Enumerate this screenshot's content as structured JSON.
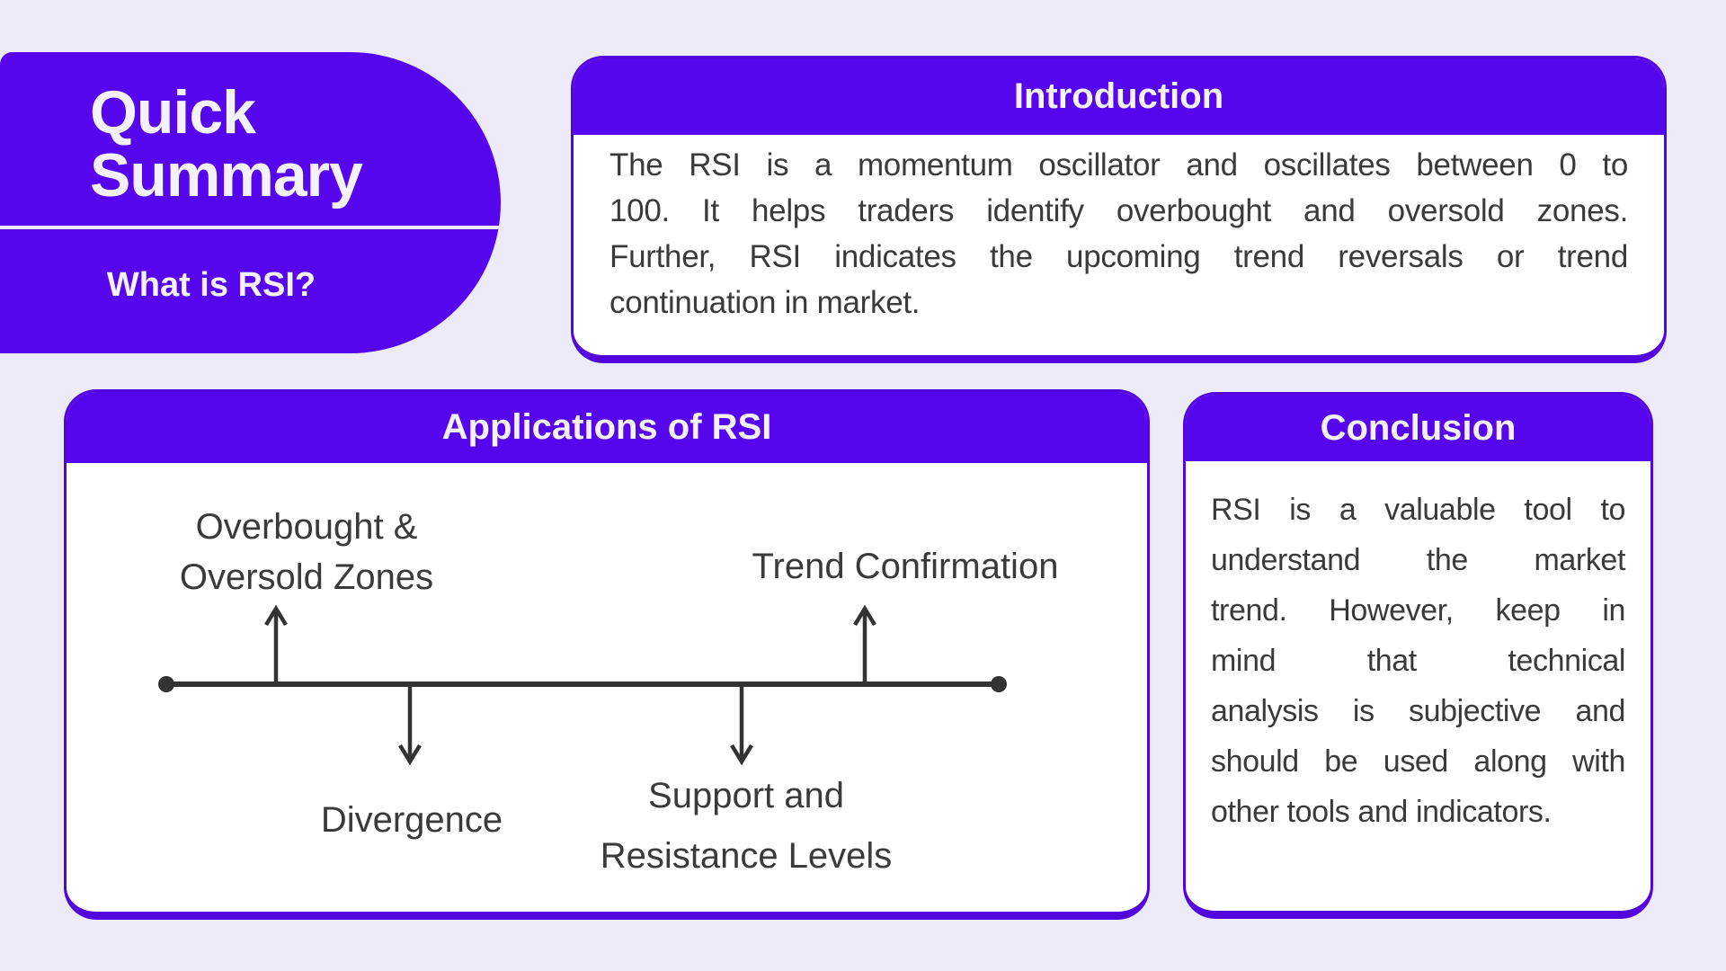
{
  "palette": {
    "background": "#edebfa",
    "accent_purple": "#5606ec",
    "border_purple": "#5205dd",
    "card_white": "#ffffff",
    "title_white": "#f4f1fd",
    "body_text": "#3a3a3a",
    "timeline_ink": "#333333"
  },
  "quick_summary": {
    "title_line1": "Quick",
    "title_line2": "Summary",
    "subtitle": "What is RSI?"
  },
  "introduction": {
    "title": "Introduction",
    "lines": [
      "The RSI is a momentum oscillator and oscillates between 0 to",
      "100. It helps traders identify overbought and oversold zones.",
      "Further, RSI indicates the upcoming trend reversals or trend",
      "continuation in market."
    ]
  },
  "applications": {
    "title": "Applications of RSI",
    "labels": {
      "overbought_line1": "Overbought &",
      "overbought_line2": "Oversold Zones",
      "trend": "Trend Confirmation",
      "divergence": "Divergence",
      "support_line1": "Support and",
      "support_line2": "Resistance Levels"
    }
  },
  "conclusion": {
    "title": "Conclusion",
    "lines": [
      "RSI is a valuable tool to",
      "understand the market",
      "trend. However, keep in",
      "mind that technical",
      "analysis is subjective and",
      "should be used along with",
      "other tools and indicators."
    ]
  }
}
